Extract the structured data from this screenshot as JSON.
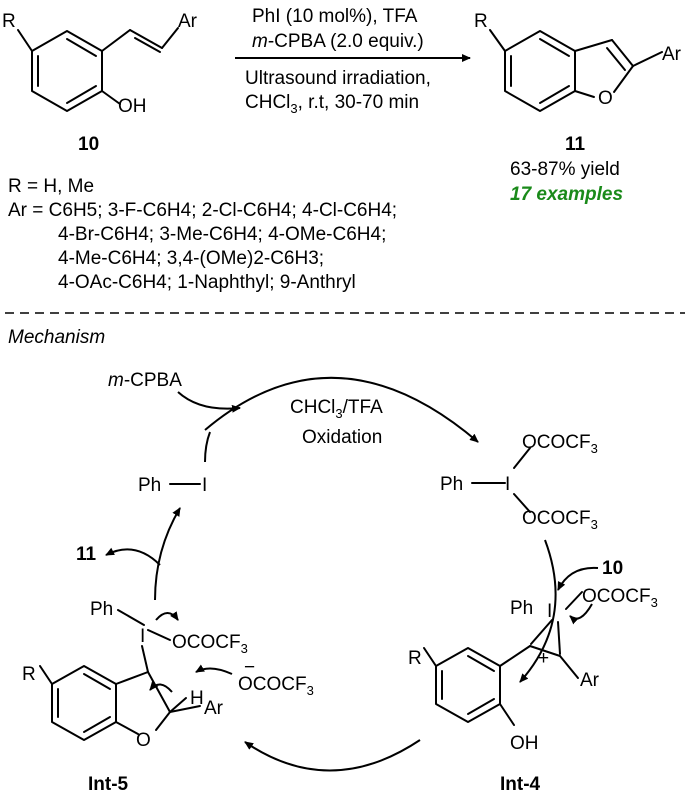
{
  "scheme": {
    "reagent_line1": "PhI (10 mol%), TFA",
    "reagent_line2_italic": "m",
    "reagent_line2_rest": "-CPBA (2.0 equiv.)",
    "condition_line1": "Ultrasound irradiation,",
    "condition_line2a": "CHCl",
    "condition_line2b": "3",
    "condition_line2c": ", r.t, 30-70 min",
    "substrate_label": "10",
    "product_label": "11",
    "yield": "63-87% yield",
    "examples": "17 examples",
    "r_label": "R",
    "ar_label": "Ar",
    "oh_label": "OH",
    "o_label": "O"
  },
  "substituents": {
    "r_line": "R = H, Me",
    "ar_line1": "Ar = C6H5; 3-F-C6H4; 2-Cl-C6H4; 4-Cl-C6H4;",
    "ar_line2": "4-Br-C6H4; 3-Me-C6H4; 4-OMe-C6H4;",
    "ar_line3": "4-Me-C6H4; 3,4-(OMe)2-C6H3;",
    "ar_line4": "4-OAc-C6H4; 1-Naphthyl; 9-Anthryl"
  },
  "mechanism": {
    "heading": "Mechanism",
    "mcpba_italic": "m",
    "mcpba_rest": "-CPBA",
    "oxidation_line1a": "CHCl",
    "oxidation_line1b": "3",
    "oxidation_line1c": "/TFA",
    "oxidation_line2": "Oxidation",
    "phi": "Ph",
    "iodine": "I",
    "ocof3_top": "OCOCF",
    "ocof3_bottom": "OCOCF",
    "sub3": "3",
    "substrate_in": "10",
    "product_out": "11",
    "int4_label": "Int-4",
    "int5_label": "Int-5",
    "anion": "OCOCF",
    "h_label": "H",
    "plus": "+",
    "minus": "−"
  }
}
